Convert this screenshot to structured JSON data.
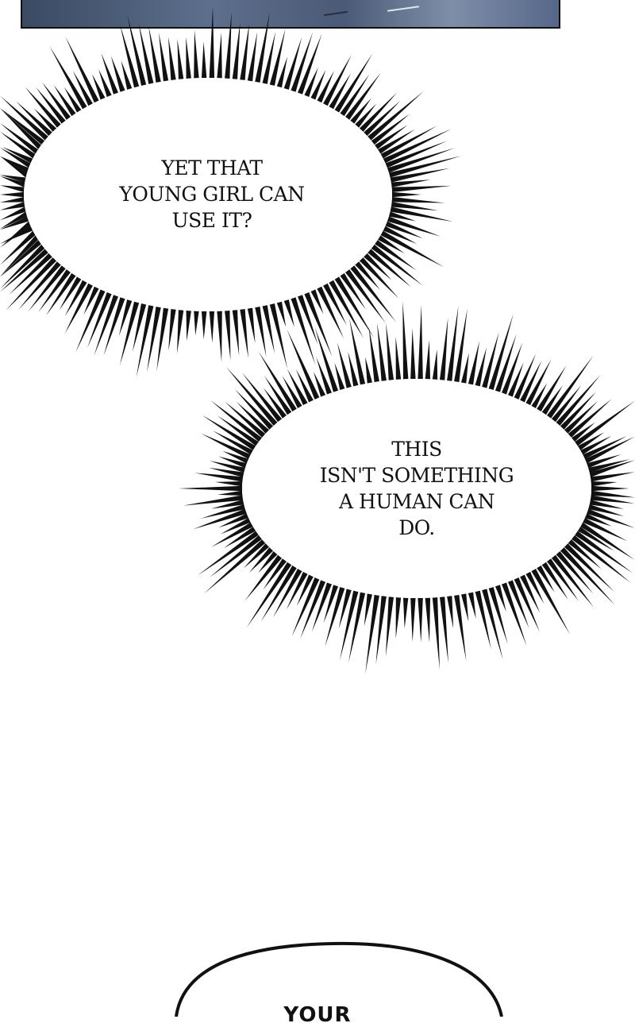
{
  "panel": {
    "colors": {
      "ink": "#111111",
      "paper": "#ffffff",
      "panel_blue": "#5d6f8c"
    }
  },
  "bubbles": [
    {
      "kind": "burst",
      "lines": [
        "YET THAT",
        "YOUNG GIRL CAN",
        "USE IT?"
      ]
    },
    {
      "kind": "burst",
      "lines": [
        "THIS",
        "ISN'T SOMETHING",
        "A HUMAN CAN",
        "DO."
      ]
    },
    {
      "kind": "speech",
      "lines": [
        "YOUR"
      ]
    }
  ]
}
